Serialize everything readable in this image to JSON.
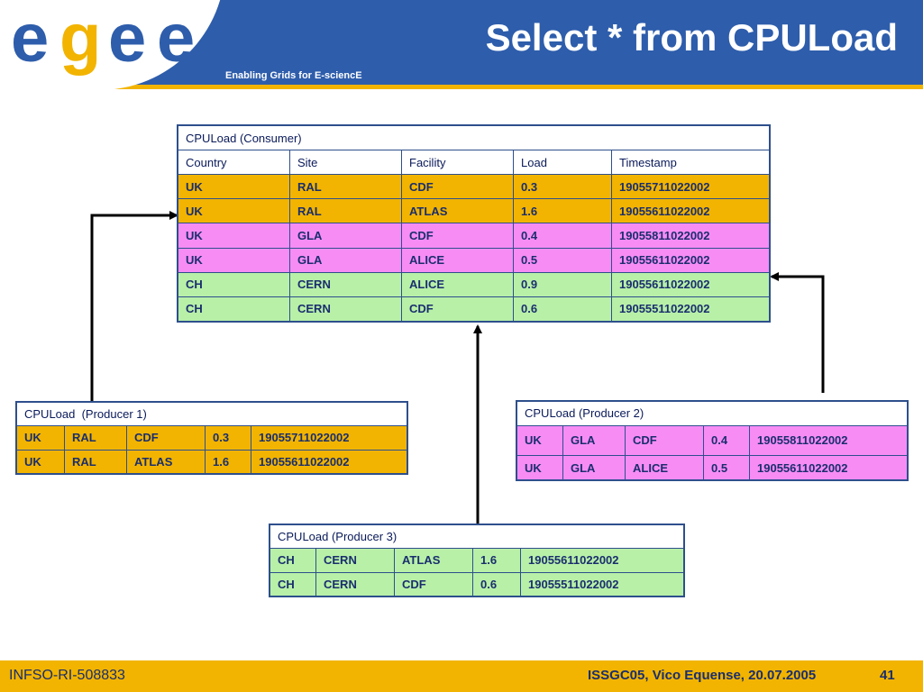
{
  "header": {
    "logo_text": "egee",
    "tagline": "Enabling Grids for E-sciencE",
    "title": "Select * from CPULoad"
  },
  "colors": {
    "header_blue": "#2e5dab",
    "accent_orange": "#f2b400",
    "row_orange": "#f2b400",
    "row_pink": "#f78cf5",
    "row_green": "#b8f0a8"
  },
  "consumer": {
    "caption": "CPULoad (Consumer)",
    "columns": [
      "Country",
      "Site",
      "Facility",
      "Load",
      "Timestamp"
    ],
    "rows": [
      [
        "UK",
        "RAL",
        "CDF",
        "0.3",
        "19055711022002"
      ],
      [
        "UK",
        "RAL",
        "ATLAS",
        "1.6",
        "19055611022002"
      ],
      [
        "UK",
        "GLA",
        "CDF",
        "0.4",
        "19055811022002"
      ],
      [
        "UK",
        "GLA",
        "ALICE",
        "0.5",
        "19055611022002"
      ],
      [
        "CH",
        "CERN",
        "ALICE",
        "0.9",
        "19055611022002"
      ],
      [
        "CH",
        "CERN",
        "CDF",
        "0.6",
        "19055511022002"
      ]
    ]
  },
  "producer1": {
    "caption": "CPULoad  (Producer 1)",
    "rows": [
      [
        "UK",
        "RAL",
        "CDF",
        "0.3",
        "19055711022002"
      ],
      [
        "UK",
        "RAL",
        "ATLAS",
        "1.6",
        "19055611022002"
      ]
    ]
  },
  "producer2": {
    "caption": "CPULoad (Producer 2)",
    "rows": [
      [
        "UK",
        "GLA",
        "CDF",
        "0.4",
        "19055811022002"
      ],
      [
        "UK",
        "GLA",
        "ALICE",
        "0.5",
        "19055611022002"
      ]
    ]
  },
  "producer3": {
    "caption": "CPULoad (Producer 3)",
    "rows": [
      [
        "CH",
        "CERN",
        "ATLAS",
        "1.6",
        "19055611022002"
      ],
      [
        "CH",
        "CERN",
        "CDF",
        "0.6",
        "19055511022002"
      ]
    ]
  },
  "footer": {
    "left": "INFSO-RI-508833",
    "right": "ISSGC05, Vico Equense, 20.07.2005",
    "page": "41"
  }
}
